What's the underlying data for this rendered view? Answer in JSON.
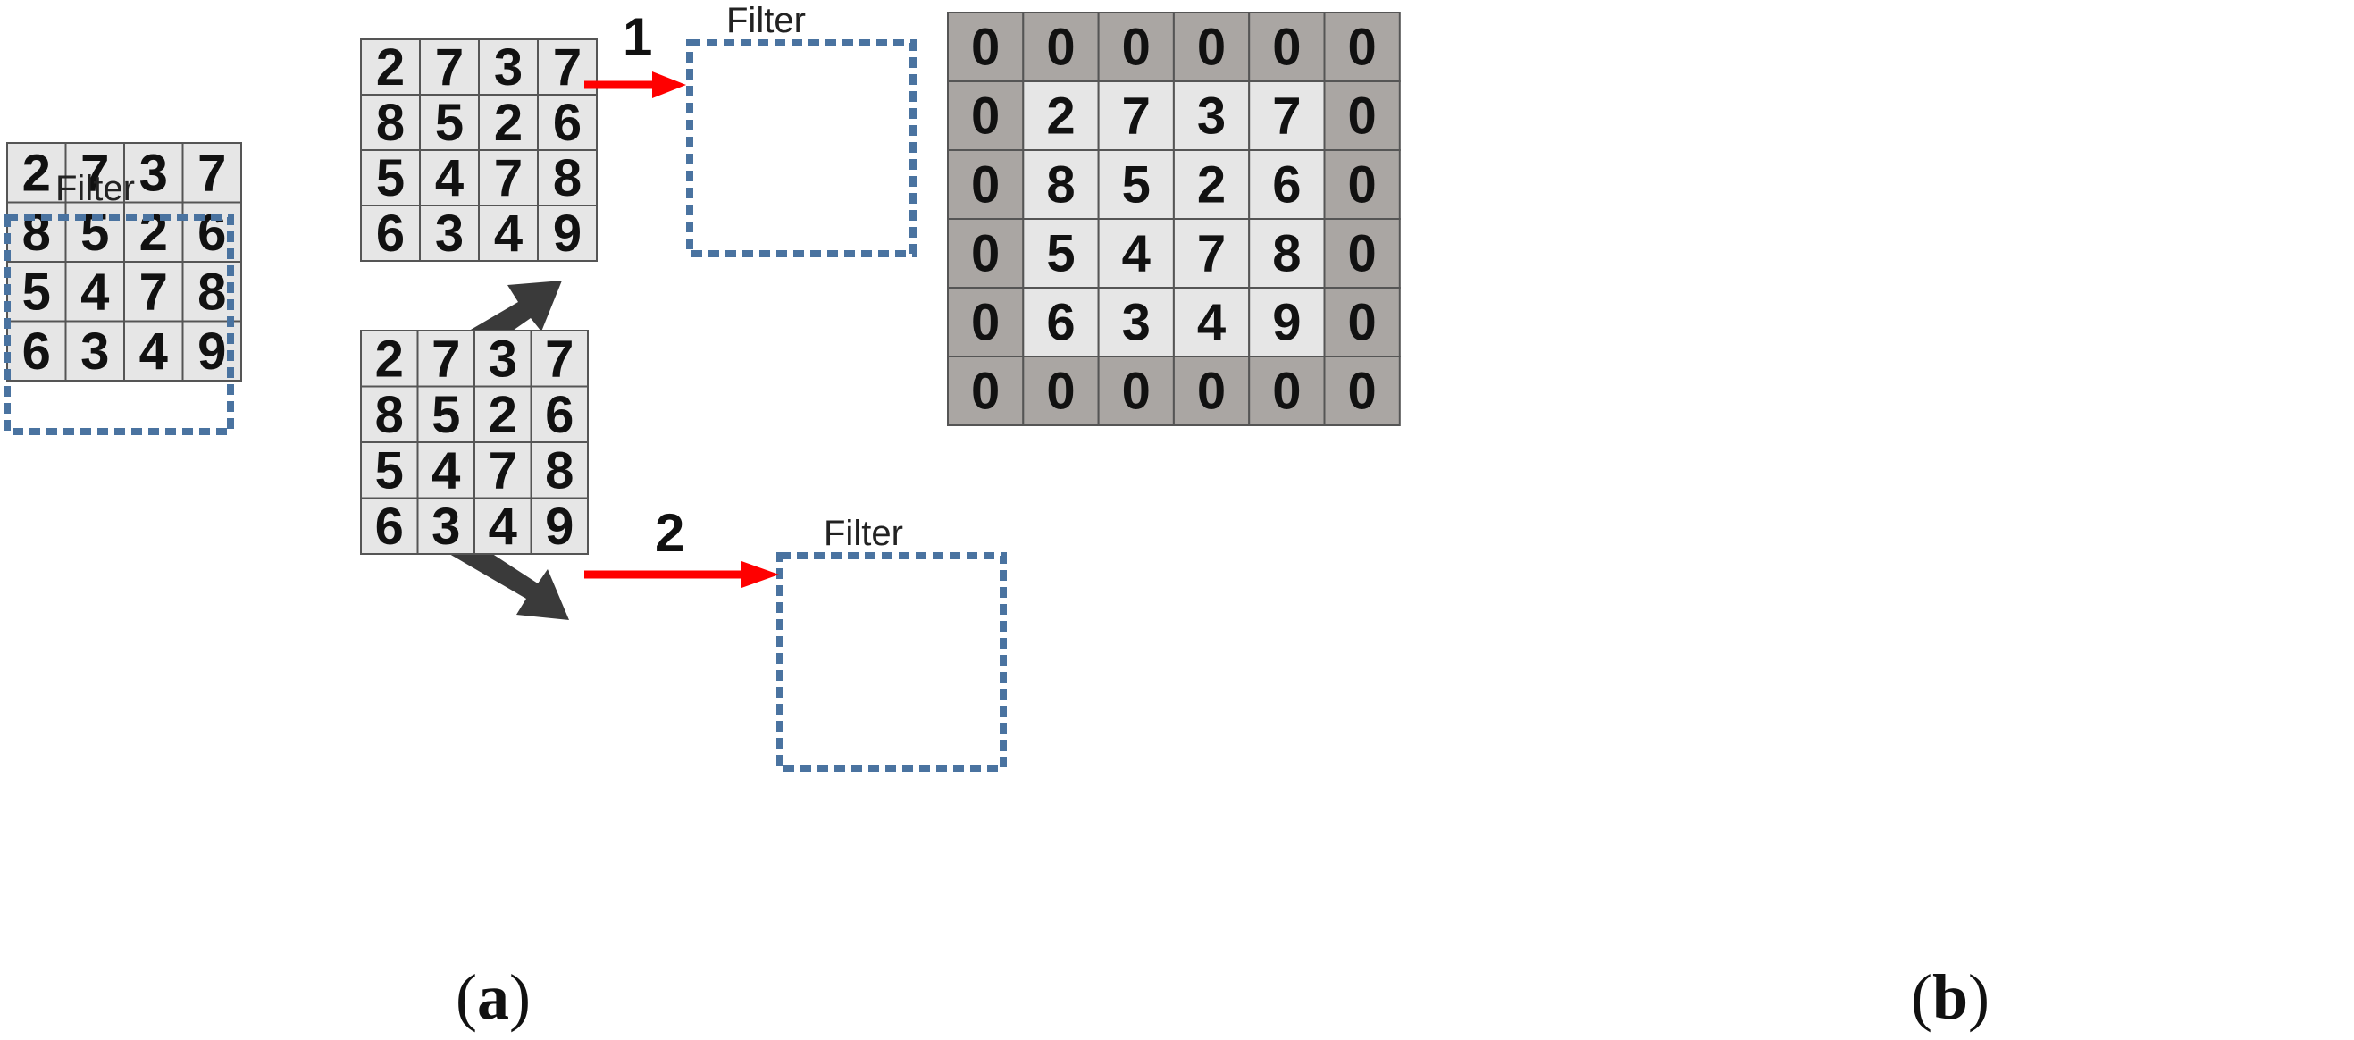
{
  "filter_label": "Filter",
  "input_grid": [
    [
      2,
      7,
      3,
      7
    ],
    [
      8,
      5,
      2,
      6
    ],
    [
      5,
      4,
      7,
      8
    ],
    [
      6,
      3,
      4,
      9
    ]
  ],
  "step_labels": [
    "1",
    "2"
  ],
  "padded_grid": [
    [
      0,
      0,
      0,
      0,
      0,
      0
    ],
    [
      0,
      2,
      7,
      3,
      7,
      0
    ],
    [
      0,
      8,
      5,
      2,
      6,
      0
    ],
    [
      0,
      5,
      4,
      7,
      8,
      0
    ],
    [
      0,
      6,
      3,
      4,
      9,
      0
    ],
    [
      0,
      0,
      0,
      0,
      0,
      0
    ]
  ],
  "caption_a": {
    "open": "(",
    "letter": "a",
    "close": ")"
  },
  "caption_b": {
    "open": "(",
    "letter": "b",
    "close": ")"
  },
  "colors": {
    "cell_fill": "#e6e6e6",
    "pad_fill": "#aaa6a3",
    "grid_line": "#555555",
    "filter_border": "#4a73a0",
    "step_arrow": "#ff0000",
    "direction_arrow": "#3a3a3a"
  }
}
